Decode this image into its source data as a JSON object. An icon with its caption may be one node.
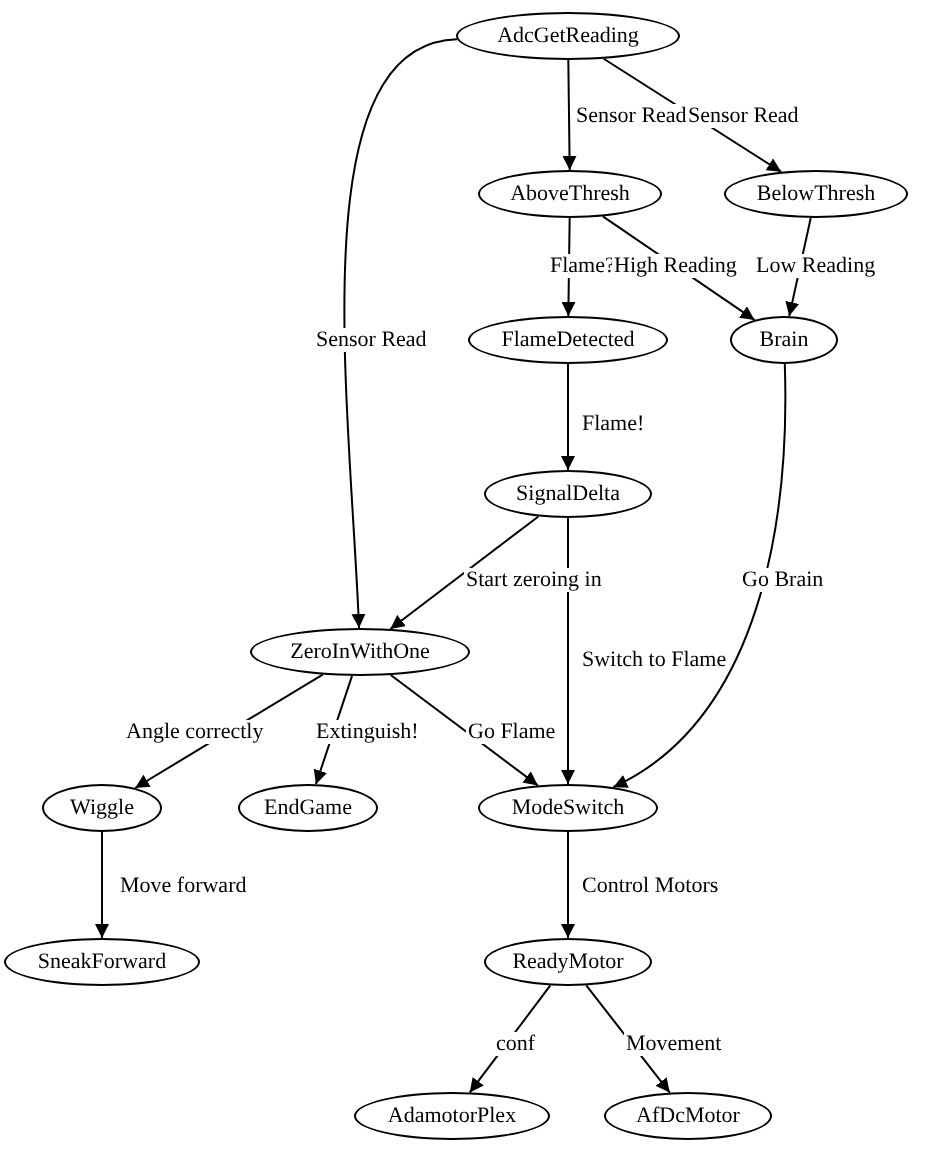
{
  "diagram": {
    "nodes": [
      {
        "text": [
          "AdcGetReading"
        ]
      },
      {
        "text": [
          "AboveThresh"
        ]
      },
      {
        "text": [
          "BelowThresh"
        ]
      },
      {
        "text": [
          "FlameDetected"
        ]
      },
      {
        "text": [
          "Brain"
        ]
      },
      {
        "text": [
          "SignalDelta"
        ]
      },
      {
        "text": [
          "ZeroInWithOne"
        ]
      },
      {
        "text": [
          "Wiggle"
        ]
      },
      {
        "text": [
          "EndGame"
        ]
      },
      {
        "text": [
          "ModeSwitch"
        ]
      },
      {
        "text": [
          "SneakForward"
        ]
      },
      {
        "text": [
          "ReadyMotor"
        ]
      },
      {
        "text": [
          "AdamotorPlex"
        ]
      },
      {
        "text": [
          "AfDcMotor"
        ]
      }
    ],
    "edges": [
      {
        "from": 0,
        "to": 1,
        "arrow": "to",
        "label": "Sensor Read"
      },
      {
        "from": 0,
        "to": 2,
        "arrow": "to",
        "label": "Sensor Read"
      },
      {
        "from": 0,
        "to": 6,
        "arrow": "to",
        "label": "Sensor Read"
      },
      {
        "from": 1,
        "to": 3,
        "arrow": "to",
        "label": "Flame?"
      },
      {
        "from": 1,
        "to": 4,
        "arrow": "to",
        "label": "High Reading"
      },
      {
        "from": 2,
        "to": 4,
        "arrow": "to",
        "label": "Low Reading"
      },
      {
        "from": 3,
        "to": 5,
        "arrow": "to",
        "label": "Flame!"
      },
      {
        "from": 5,
        "to": 6,
        "arrow": "to",
        "label": "Start zeroing in"
      },
      {
        "from": 5,
        "to": 9,
        "arrow": "to",
        "label": "Switch to Flame"
      },
      {
        "from": 4,
        "to": 9,
        "arrow": "to",
        "label": "Go Brain"
      },
      {
        "from": 6,
        "to": 7,
        "arrow": "to",
        "label": "Angle correctly"
      },
      {
        "from": 6,
        "to": 8,
        "arrow": "to",
        "label": "Extinguish!"
      },
      {
        "from": 6,
        "to": 9,
        "arrow": "to",
        "label": "Go Flame"
      },
      {
        "from": 7,
        "to": 10,
        "arrow": "to",
        "label": "Move forward"
      },
      {
        "from": 9,
        "to": 11,
        "arrow": "to",
        "label": "Control Motors"
      },
      {
        "from": 11,
        "to": 12,
        "arrow": "to",
        "label": "conf"
      },
      {
        "from": 11,
        "to": 13,
        "arrow": "to",
        "label": "Movement"
      }
    ]
  }
}
